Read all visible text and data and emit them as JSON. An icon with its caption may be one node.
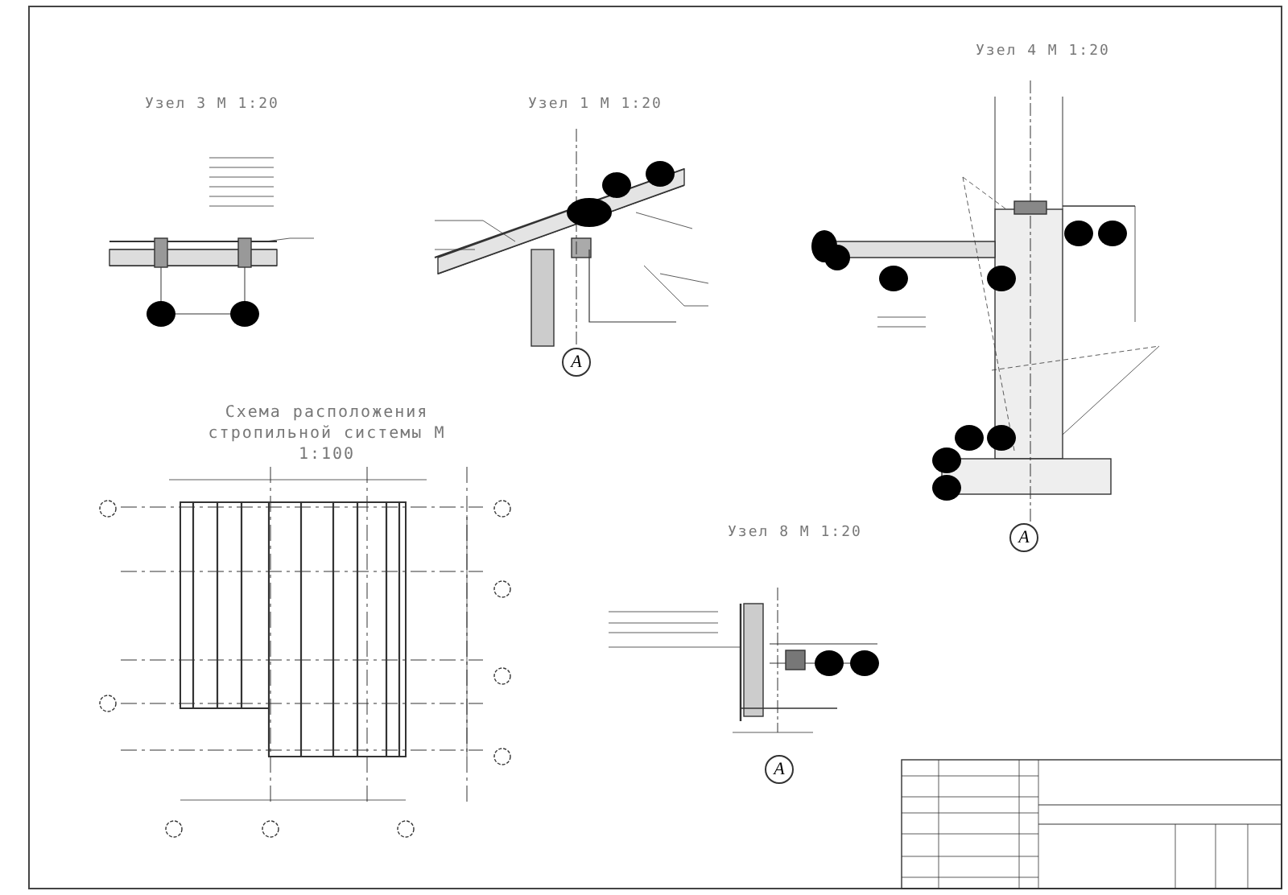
{
  "diagram": {
    "nodes": [
      {
        "text": [
          "А"
        ]
      },
      {
        "text": [
          "А"
        ]
      },
      {
        "text": [
          "А"
        ]
      }
    ],
    "labels": [
      "Узел 3 М 1:20",
      "Узел 1 М 1:20",
      "Узел 4 М 1:20",
      "Схема расположения стропильной системы М 1:100",
      "Узел 8 М 1:20"
    ]
  }
}
